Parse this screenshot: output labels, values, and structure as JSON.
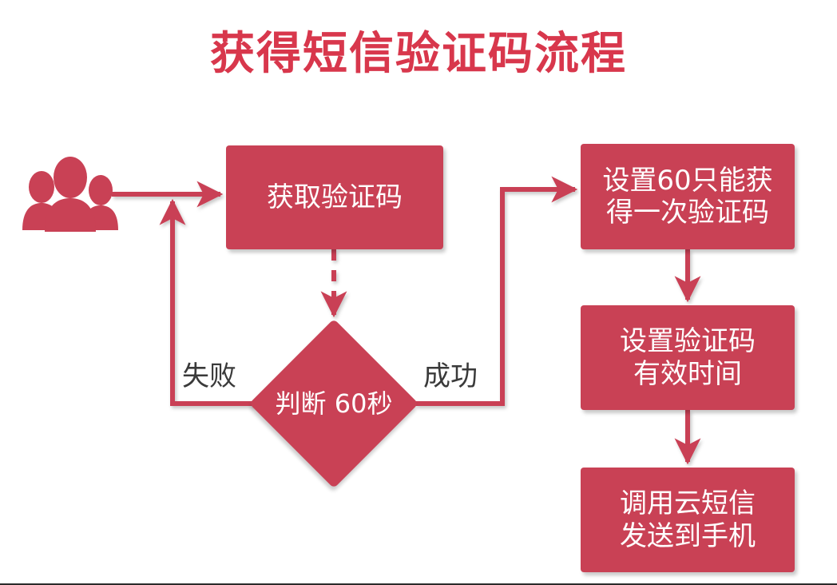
{
  "title": "获得短信验证码流程",
  "colors": {
    "title": "#d8374c",
    "node_fill": "#c94155",
    "node_text": "#ffffff",
    "connector": "#c94155",
    "edge_label_text": "#3a3a3a",
    "background": "#ffffff"
  },
  "actor": {
    "icon": "users-group-icon",
    "name": "users"
  },
  "nodes": {
    "get_code": {
      "lines": [
        "获取验证码"
      ],
      "shape": "rectangle"
    },
    "decision": {
      "lines": [
        "判断",
        "60秒"
      ],
      "shape": "diamond"
    },
    "limit_once": {
      "lines": [
        "设置60只能获",
        "得一次验证码"
      ],
      "shape": "rectangle"
    },
    "valid_time": {
      "lines": [
        "设置验证码",
        "有效时间"
      ],
      "shape": "rectangle"
    },
    "send_sms": {
      "lines": [
        "调用云短信",
        "发送到手机"
      ],
      "shape": "rectangle"
    }
  },
  "edges": {
    "fail_label": "失败",
    "success_label": "成功"
  }
}
